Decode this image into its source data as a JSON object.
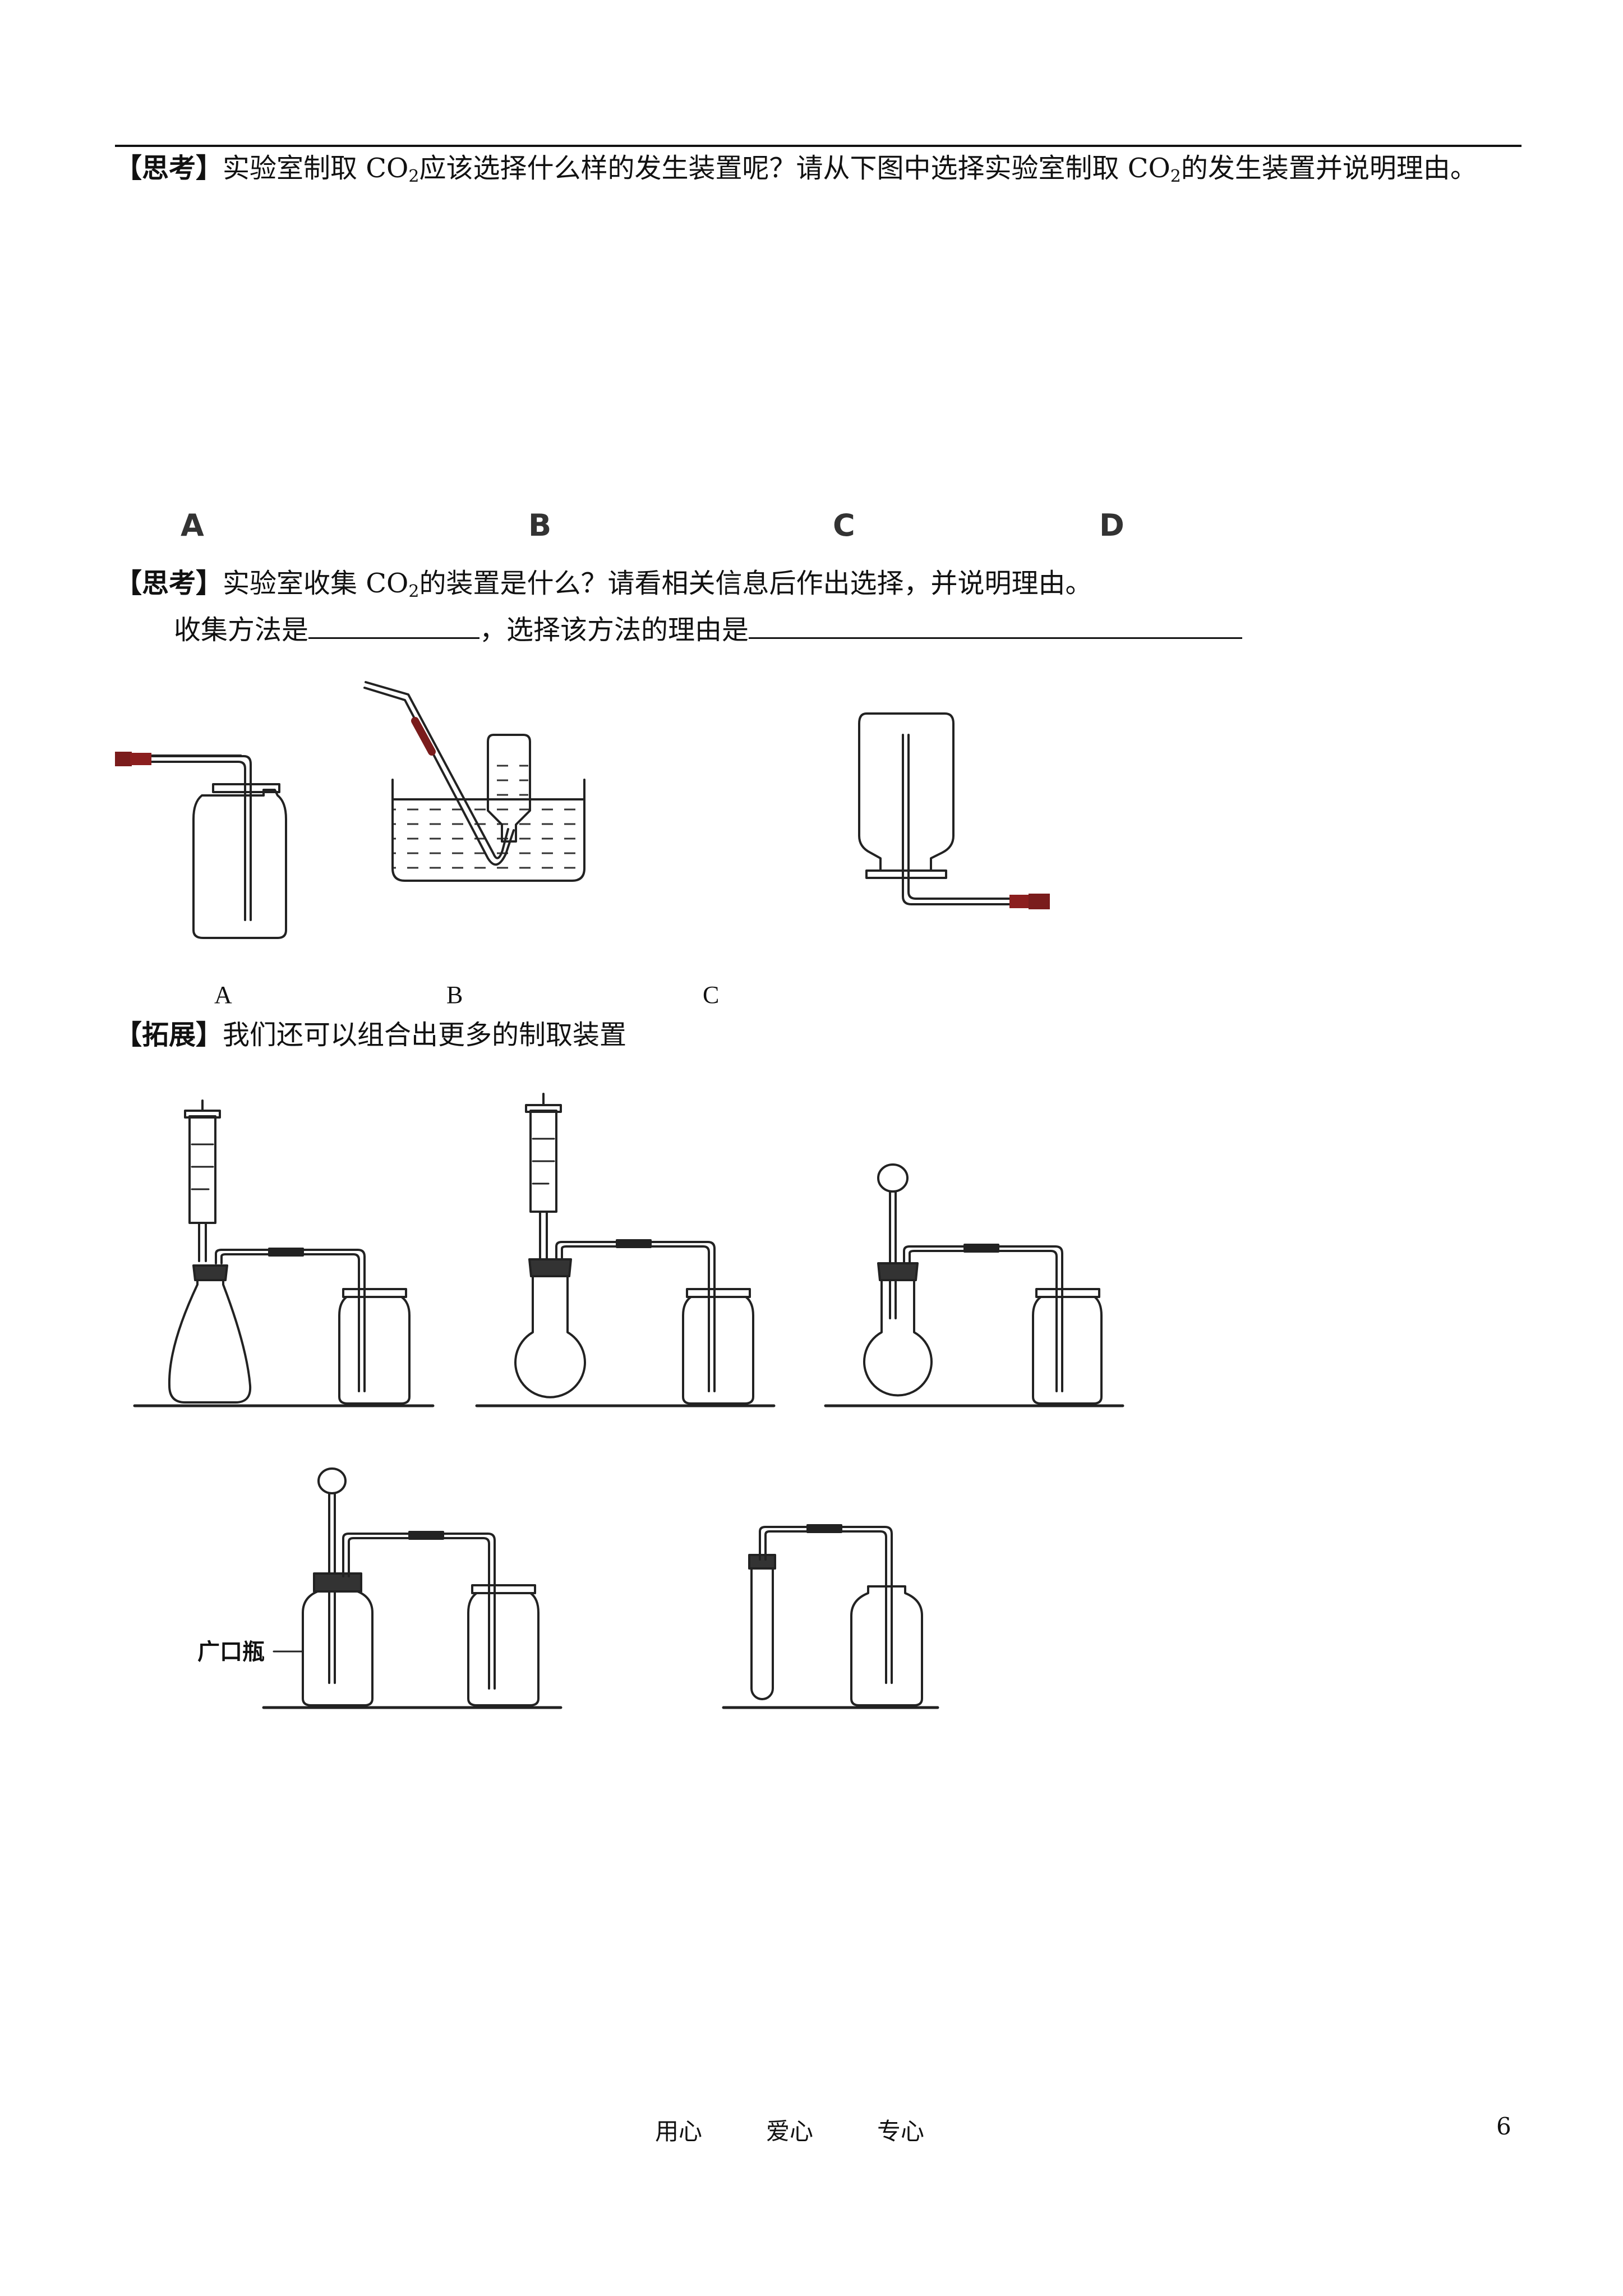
{
  "section1": {
    "tag": "【思考】",
    "text_a": "实验室制取 CO",
    "sub_a": "2",
    "text_b": "应该选择什么样的发生装置呢？请从下图中选择实验室制取 CO",
    "sub_b": "2",
    "text_c": "的发生装置并说明理由。",
    "figure_labels": [
      "A",
      "B",
      "C",
      "D"
    ]
  },
  "section2": {
    "tag": "【思考】",
    "text_a": "实验室收集 CO",
    "sub_a": "2",
    "text_b": "的装置是什么？请看相关信息后作出选择，并说明理由。",
    "fill_prefix": "收集方法是",
    "fill_middle": "，选择该方法的理由是",
    "figure_labels": [
      "A",
      "B",
      "C"
    ]
  },
  "section3": {
    "tag": "【拓展】",
    "text": "我们还可以组合出更多的制取装置",
    "bottle_label": "广口瓶"
  },
  "footer": {
    "words": [
      "用心",
      "爱心",
      "专心"
    ],
    "page_number": "6"
  }
}
